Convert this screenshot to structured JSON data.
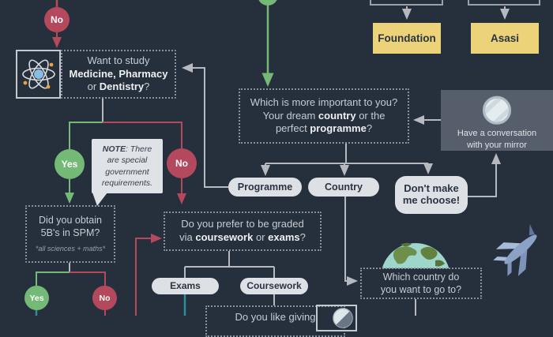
{
  "palette": {
    "background": "#262f3c",
    "green": "#74ba76",
    "red": "#b4495d",
    "teal": "#2e8f96",
    "yellow": "#ecd279",
    "gray_line": "#b6bac0",
    "pill_bg": "#dde0e4",
    "dark_text": "#2b3442",
    "note_bg": "#dfe2e6",
    "mirror_box_bg": "#575e6b"
  },
  "circles": {
    "no_top": "No",
    "yes_mid": "Yes",
    "no_mid": "No",
    "yes_bottom": "Yes",
    "no_bottom": "No"
  },
  "questions": {
    "want": {
      "l1": "Want to study",
      "l2": "Medicine, Pharmacy",
      "l3a": "or ",
      "l3b": "Dentistry",
      "l3c": "?"
    },
    "important": {
      "l1": "Which is more important to you?",
      "l2a": "Your dream ",
      "l2b": "country",
      "l2c": " or the",
      "l3a": "perfect ",
      "l3b": "programme",
      "l3c": "?"
    },
    "spm": {
      "l1": "Did you obtain",
      "l2": "5B's in SPM?",
      "footnote": "*all sciences + maths*"
    },
    "graded": {
      "l1": "Do you prefer to be graded",
      "l2a": "via ",
      "l2b": "coursework",
      "l2c": " or ",
      "l2d": "exams",
      "l2e": "?"
    },
    "country": {
      "l1": "Which country do",
      "l2": "you want to go to?"
    },
    "giving": {
      "l1": "Do you like giving"
    }
  },
  "note": {
    "bold": "NOTE",
    "l1rest": ": There",
    "l2": "are special",
    "l3": "government",
    "l4": "requirements."
  },
  "mirror": {
    "l1": "Have a conversation",
    "l2": "with your mirror"
  },
  "pills": {
    "programme": "Programme",
    "country": "Country",
    "dont1": "Don't make",
    "dont2": "me choose!",
    "exams": "Exams",
    "coursework": "Coursework"
  },
  "paths": {
    "foundation": "Foundation",
    "asasi": "Asasi"
  },
  "icons": {
    "atom": "atom-icon",
    "mirror": "mirror-icon",
    "earth": "earth-icon",
    "plane": "plane-icon",
    "disc": "disc-icon"
  }
}
